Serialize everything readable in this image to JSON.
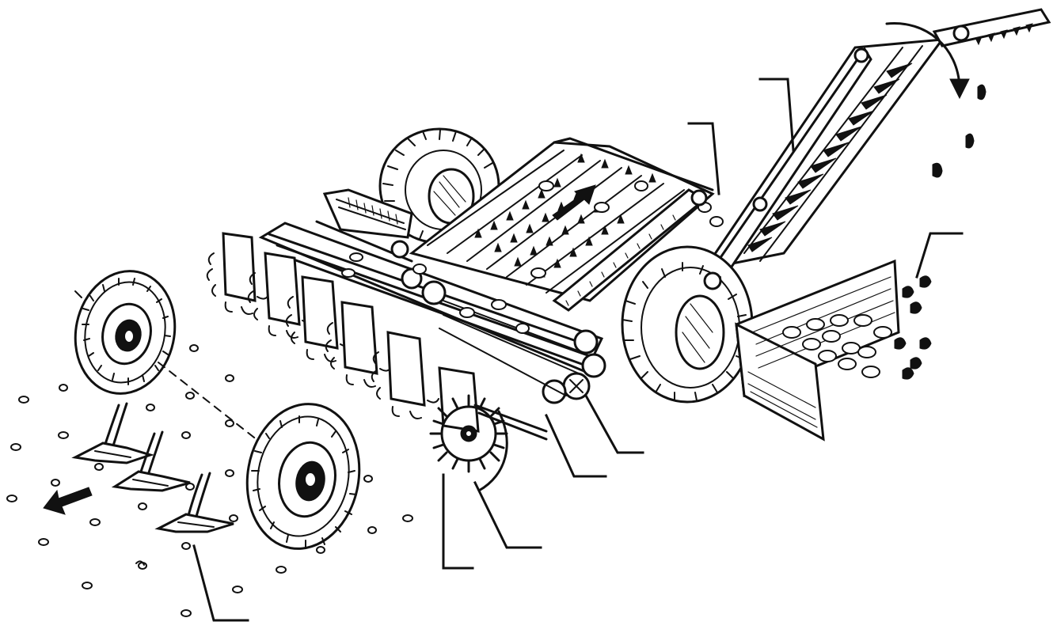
{
  "diagram": {
    "ink_color": "#111111",
    "background_color": "#ffffff",
    "label_texts": [],
    "leader_count": 9,
    "arrows": [
      "flow-arrow-up",
      "rotation-arrow",
      "direction-arrow"
    ]
  }
}
